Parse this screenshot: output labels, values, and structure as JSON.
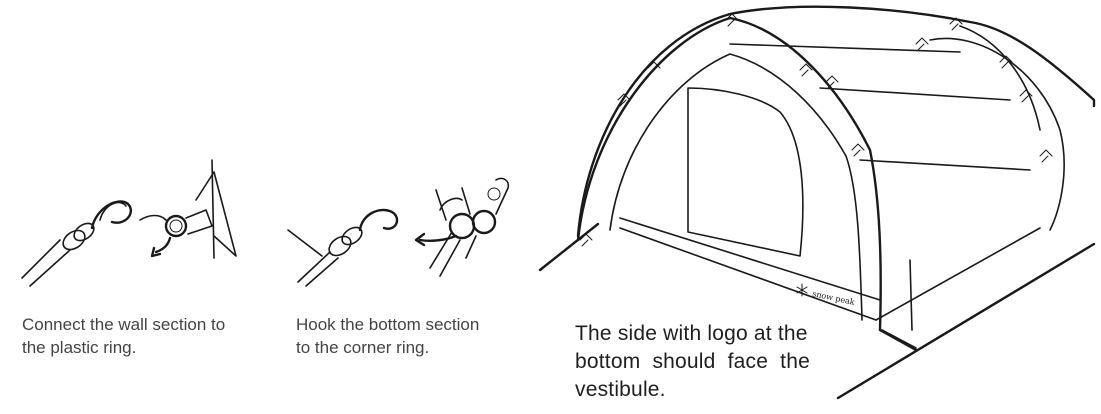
{
  "captions": {
    "step1": [
      "Connect the wall section to",
      "the plastic ring."
    ],
    "step2": [
      "Hook the bottom section",
      "to the corner ring."
    ],
    "note": [
      "The side with logo at the",
      "bottom  should  face  the",
      "vestibule."
    ]
  },
  "logo": {
    "brand": "snow peak",
    "icon": "asterisk-logo-icon"
  },
  "colors": {
    "ink": "#1a1a1a",
    "text": "#444444"
  }
}
